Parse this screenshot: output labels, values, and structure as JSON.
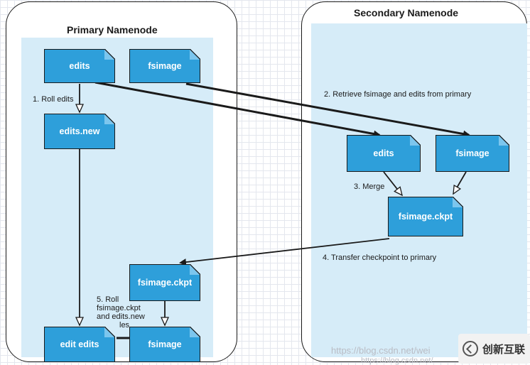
{
  "primary": {
    "title": "Primary Namenode",
    "edits": "edits",
    "fsimage": "fsimage",
    "edits_new": "edits.new",
    "fsimage_ckpt": "fsimage.ckpt",
    "final_edits": "edit edits",
    "final_fsimage": "fsimage"
  },
  "secondary": {
    "title": "Secondary Namenode",
    "edits": "edits",
    "fsimage": "fsimage",
    "fsimage_ckpt": "fsimage.ckpt"
  },
  "steps": {
    "roll_edits": "1. Roll edits",
    "retrieve": "2. Retrieve fsimage and edits from primary",
    "merge": "3. Merge",
    "transfer": "4. Transfer checkpoint to primary",
    "roll_ckpt_line1": "5. Roll",
    "roll_ckpt_line2": "fsimage.ckpt",
    "roll_ckpt_line3": "and edits.new",
    "roll_ckpt_line4": "les"
  },
  "watermark": {
    "url": "https://blog.csdn.net/wei",
    "url2": "https://blog.csdn.net/"
  },
  "logo": {
    "text": "创新互联"
  }
}
